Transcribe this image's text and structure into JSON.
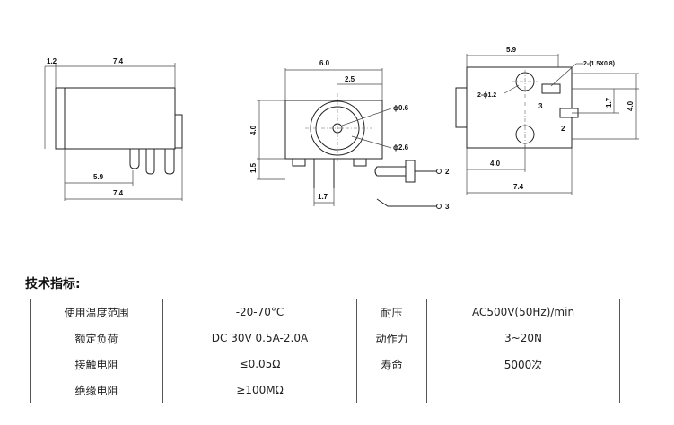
{
  "drawing": {
    "side_view": {
      "dim_top_small": "1.2",
      "dim_top_length": "7.4",
      "dim_bottom_pin": "5.9",
      "dim_bottom_length": "7.4"
    },
    "front_view": {
      "dim_width": "6.0",
      "dim_center": "2.5",
      "dim_height": "4.0",
      "dim_foot": "1.5",
      "dim_pin_spacing": "1.7",
      "dia_center_pin": "ϕ0.6",
      "dia_socket": "ϕ2.6"
    },
    "bottom_view": {
      "dim_width": "5.9",
      "slot_note": "2-(1.5X0.8)",
      "hole_note": "2-ϕ1.2",
      "pin_3": "3",
      "pin_2": "2",
      "dim_pin_gap": "1.7",
      "dim_height": "4.0",
      "dim_hole_pos": "4.0",
      "dim_length": "7.4"
    },
    "schematic": {
      "terminal_2": "2",
      "terminal_3": "3"
    }
  },
  "specs": {
    "title": "技术指标:",
    "rows": [
      [
        "使用温度范围",
        "-20-70°C",
        "耐压",
        "AC500V(50Hz)/min"
      ],
      [
        "额定负荷",
        "DC 30V    0.5A-2.0A",
        "动作力",
        "3~20N"
      ],
      [
        "接触电阻",
        "≤0.05Ω",
        "寿命",
        "5000次"
      ],
      [
        "绝缘电阻",
        "≥100MΩ",
        "",
        ""
      ]
    ]
  }
}
